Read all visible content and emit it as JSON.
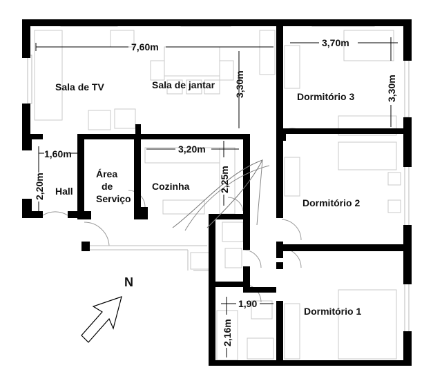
{
  "rooms": {
    "sala_tv": "Sala de TV",
    "sala_jantar": "Sala de jantar",
    "dorm3": "Dormitório 3",
    "dorm2": "Dormitório 2",
    "dorm1": "Dormitório 1",
    "hall": "Hall",
    "area_servico_1": "Área",
    "area_servico_2": "de",
    "area_servico_3": "Serviço",
    "cozinha": "Cozinha"
  },
  "dimensions": {
    "sala_width": "7,60m",
    "sala_depth": "3,30m",
    "dorm3_width": "3,70m",
    "dorm3_depth": "3,30m",
    "hall_width": "1,60m",
    "hall_depth": "2,20m",
    "cozinha_width": "3,20m",
    "cozinha_depth": "2,25m",
    "bath_width": "1,90",
    "bath_depth": "2,16m"
  },
  "compass": {
    "label": "N"
  }
}
